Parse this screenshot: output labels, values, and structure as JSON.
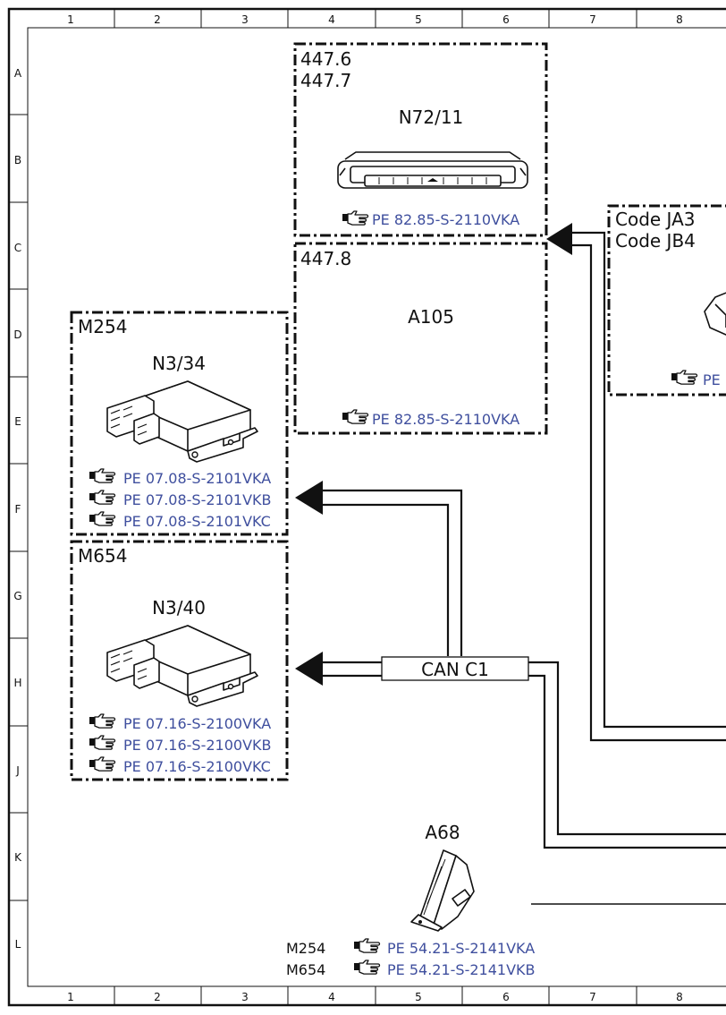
{
  "grid": {
    "columns": [
      "1",
      "2",
      "3",
      "4",
      "5",
      "6",
      "7",
      "8"
    ],
    "rows": [
      "A",
      "B",
      "C",
      "D",
      "E",
      "F",
      "G",
      "H",
      "J",
      "K",
      "L"
    ]
  },
  "boxes": {
    "top": {
      "codes": [
        "447.6",
        "447.7"
      ],
      "component": "N72/11",
      "ref": "PE 82.85-S-2110VKA"
    },
    "mid": {
      "codes": [
        "447.8"
      ],
      "component": "A105",
      "ref": "PE 82.85-S-2110VKA"
    },
    "m254": {
      "code": "M254",
      "component": "N3/34",
      "refs": [
        "PE 07.08-S-2101VKA",
        "PE 07.08-S-2101VKB",
        "PE 07.08-S-2101VKC"
      ]
    },
    "m654": {
      "code": "M654",
      "component": "N3/40",
      "refs": [
        "PE 07.16-S-2100VKA",
        "PE 07.16-S-2100VKB",
        "PE 07.16-S-2100VKC"
      ]
    },
    "right": {
      "codes": [
        "Code JA3",
        "Code JB4"
      ],
      "ref_partial": "PE"
    }
  },
  "bus": {
    "label": "CAN C1"
  },
  "a68": {
    "component": "A68",
    "rows": [
      {
        "code": "M254",
        "ref": "PE 54.21-S-2141VKA"
      },
      {
        "code": "M654",
        "ref": "PE 54.21-S-2141VKB"
      }
    ]
  },
  "icons": {
    "reference": "pointing-hand-icon"
  },
  "colors": {
    "link": "#3f4f9e",
    "line": "#111111"
  }
}
